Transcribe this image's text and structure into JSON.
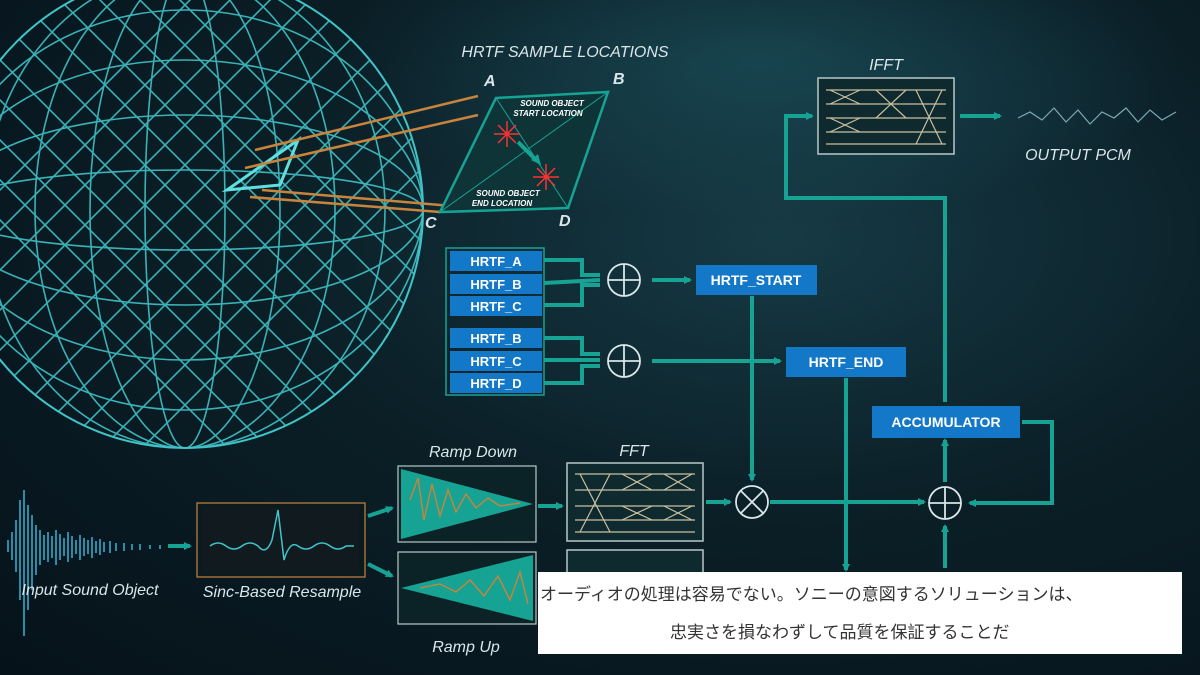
{
  "diagram": {
    "hrtf_title": "HRTF SAMPLE LOCATIONS",
    "corners": {
      "a": "A",
      "b": "B",
      "c": "C",
      "d": "D"
    },
    "start_label": [
      "SOUND OBJECT",
      "START LOCATION"
    ],
    "end_label": [
      "SOUND OBJECT",
      "END LOCATION"
    ],
    "ifft_label": "IFFT",
    "fft_label": "FFT",
    "output_label": "OUTPUT  PCM",
    "input_label": "Input  Sound Object",
    "resample_label": "Sinc-Based Resample",
    "ramp_down_label": "Ramp Down",
    "ramp_up_label": "Ramp Up",
    "hrtf_group_start": [
      "HRTF_A",
      "HRTF_B",
      "HRTF_C"
    ],
    "hrtf_group_end": [
      "HRTF_B",
      "HRTF_C",
      "HRTF_D"
    ],
    "hrtf_start": "HRTF_START",
    "hrtf_end": "HRTF_END",
    "accumulator": "ACCUMULATOR"
  },
  "subtitle": {
    "line1": "オーディオの処理は容易でない。ソニーの意図するソリューションは、",
    "line2": "忠実さを損なわずして品質を保証することだ"
  },
  "colors": {
    "teal": "#16a394",
    "blue_box": "#1478c8",
    "orange": "#c8843c",
    "red": "#ff3030"
  }
}
